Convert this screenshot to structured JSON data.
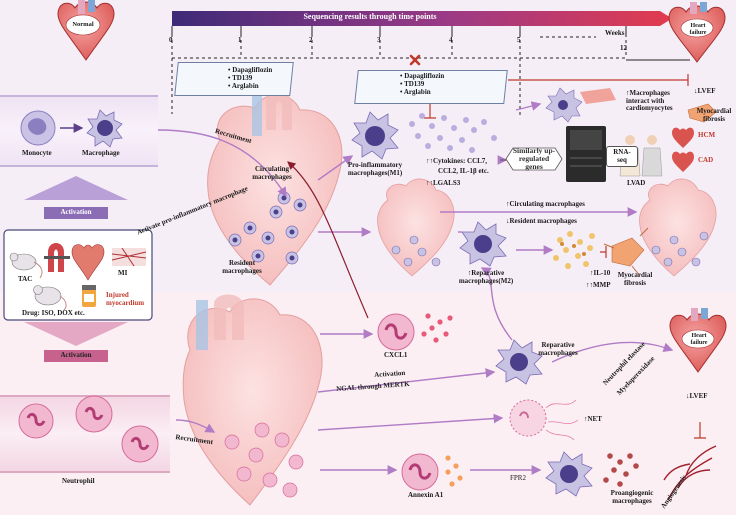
{
  "timeline": {
    "title": "Sequencing results through time points",
    "unit_label": "Weeks",
    "ticks": [
      "0",
      "1",
      "2",
      "3",
      "4",
      "5",
      "12"
    ]
  },
  "hearts": {
    "normal_label": "Normal",
    "failure_top_label": "Heart failure",
    "failure_bottom_label": "Heart failure"
  },
  "drugs": {
    "left": [
      "Dapagliflozin",
      "TD139",
      "Arglabin"
    ],
    "center": [
      "Dapagliflozin",
      "TD139",
      "Arglabin"
    ]
  },
  "left_panel": {
    "monocyte": "Monocyte",
    "macrophage": "Macrophage",
    "activation_top": "Activation",
    "activation_bottom": "Activation",
    "tac": "TAC",
    "mi": "MI",
    "drug": "Drug: ISO, DOX etc.",
    "injured": "Injured myocardium",
    "neutrophil": "Neutrophil"
  },
  "top_section": {
    "recruitment": "Recruitment",
    "activate_text": "Activate pro-inflammatory macrophage",
    "circulating": "Circulating macrophages",
    "resident": "Resident macrophages",
    "pro_inflammatory": "Pro-inflammatory macrophages(M1)",
    "cytokines_line1": "↑↑Cytokines: CCL7,",
    "cytokines_line2": "CCL2, IL-1β etc.",
    "lgals3": "↑↑LGALS3",
    "similarly": "Similarly up-regulated genes",
    "rnaseq": "RNA-seq",
    "lvad": "LVAD",
    "hcm": "HCM",
    "cad": "CAD",
    "macrophages_interact": "↑Macrophages interact with cardiomyocytes",
    "lvef": "↓LVEF",
    "myocardial_fibrosis_top": "Myocardial fibrosis",
    "circulating_up": "↑Circulating macrophages",
    "resident_down": "↓Resident macrophages",
    "reparative_m2": "↑Reparative macrophages(M2)",
    "il10": "↑IL-10",
    "mmp": "↑↑MMP",
    "myocardial_fibrosis_mid": "Myocardial fibrosis"
  },
  "bottom_section": {
    "recruitment": "Recruitment",
    "cxcl1": "CXCL1",
    "reparative": "Reparative macrophages",
    "activation": "Activation",
    "ngal": "NGAL through MERTK",
    "net": "↑NET",
    "neutrophil_elastase": "Neutrophil elastase",
    "myeloperoxidase": "Myeloperoxidase",
    "lvef": "↓LVEF",
    "annexin": "Annexin A1",
    "fpr2": "FPR2",
    "proangiogenic": "Proangiogenic macrophages",
    "angiogenesis": "Angiogenesis"
  },
  "colors": {
    "top_bg": "#f6eef7",
    "bottom_bg": "#fbeff3",
    "arrow_purple": "#b07cc6",
    "inhibit_red": "#c0392b",
    "macrophage_purple": "#7b6bb5",
    "neutrophil_pink": "#d76b9a"
  }
}
